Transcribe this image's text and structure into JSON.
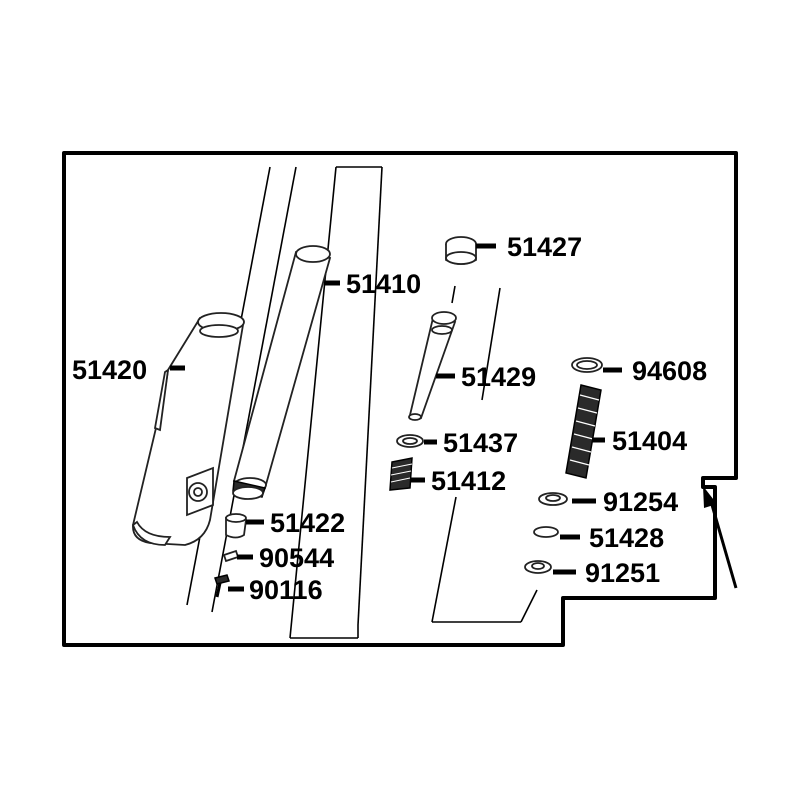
{
  "diagram": {
    "parts": [
      {
        "id": "51427"
      },
      {
        "id": "51410"
      },
      {
        "id": "51420"
      },
      {
        "id": "51429"
      },
      {
        "id": "94608"
      },
      {
        "id": "51437"
      },
      {
        "id": "51404"
      },
      {
        "id": "51412"
      },
      {
        "id": "91254"
      },
      {
        "id": "51422"
      },
      {
        "id": "51428"
      },
      {
        "id": "90544"
      },
      {
        "id": "91251"
      },
      {
        "id": "90116"
      }
    ]
  }
}
